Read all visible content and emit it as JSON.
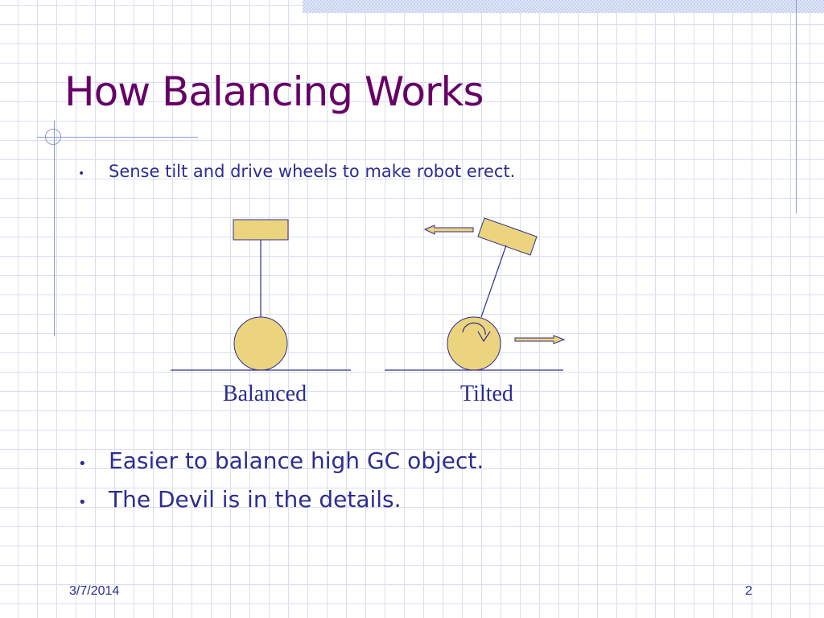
{
  "slide": {
    "title": "How Balancing Works",
    "intro_bullet": "Sense tilt and drive wheels to make robot erect.",
    "bullets": [
      "Easier to balance high GC object.",
      "The Devil is in the details."
    ],
    "bullet_marker": "•"
  },
  "diagram": {
    "balanced_label": "Balanced",
    "tilted_label": "Tilted"
  },
  "footer": {
    "date": "3/7/2014",
    "page_number": "2"
  },
  "colors": {
    "title": "#660066",
    "body_text": "#2d2d8f",
    "shape_fill": "#ecd47e",
    "shape_stroke": "#2d2d8f",
    "grid": "#d9dff0"
  }
}
